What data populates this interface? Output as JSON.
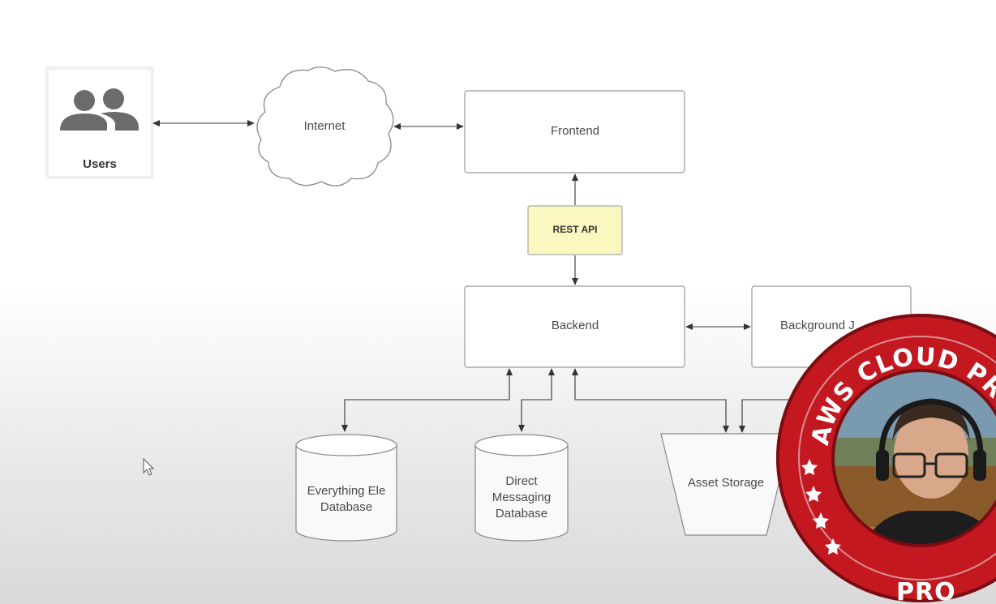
{
  "diagram": {
    "users": {
      "label": "Users",
      "icon": "users-icon"
    },
    "internet": {
      "label": "Internet"
    },
    "frontend": {
      "label": "Frontend"
    },
    "rest_api": {
      "label": "REST API"
    },
    "backend": {
      "label": "Backend"
    },
    "background": {
      "label": "Background J"
    },
    "db_everything": {
      "line1": "Everything Ele",
      "line2": "Database"
    },
    "db_messaging": {
      "line1": "Direct",
      "line2": "Messaging",
      "line3": "Database"
    },
    "asset_storage": {
      "label": "Asset Storage"
    }
  },
  "overlay": {
    "badge_title": "AWS CLOUD PROJECT",
    "badge_bottom": "PRO",
    "colors": {
      "badge_red": "#b3121b",
      "badge_dark": "#7a0c12",
      "api_fill": "#fbf7c0"
    }
  }
}
